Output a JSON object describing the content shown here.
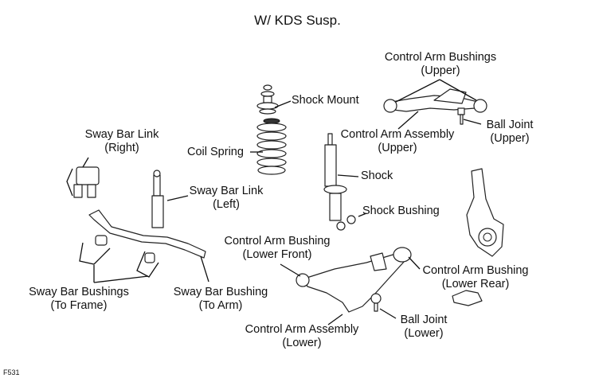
{
  "title": "W/ KDS Susp.",
  "figure_id": "F531",
  "labels": {
    "shock_mount": "Shock Mount",
    "coil_spring": "Coil Spring",
    "shock": "Shock",
    "shock_bushing": "Shock Bushing",
    "ca_bushings_upper": [
      "Control Arm Bushings",
      "(Upper)"
    ],
    "ca_assembly_upper": [
      "Control Arm Assembly",
      "(Upper)"
    ],
    "ball_joint_upper": [
      "Ball Joint",
      "(Upper)"
    ],
    "sway_bar_link_right": [
      "Sway Bar Link",
      "(Right)"
    ],
    "sway_bar_link_left": [
      "Sway Bar Link",
      "(Left)"
    ],
    "ca_bushing_lower_front": [
      "Control Arm Bushing",
      "(Lower Front)"
    ],
    "ca_bushing_lower_rear": [
      "Control Arm Bushing",
      "(Lower Rear)"
    ],
    "sway_bar_bushings_frame": [
      "Sway Bar Bushings",
      "(To Frame)"
    ],
    "sway_bar_bushing_arm": [
      "Sway Bar Bushing",
      "(To Arm)"
    ],
    "ca_assembly_lower": [
      "Control Arm Assembly",
      "(Lower)"
    ],
    "ball_joint_lower": [
      "Ball Joint",
      "(Lower)"
    ]
  }
}
